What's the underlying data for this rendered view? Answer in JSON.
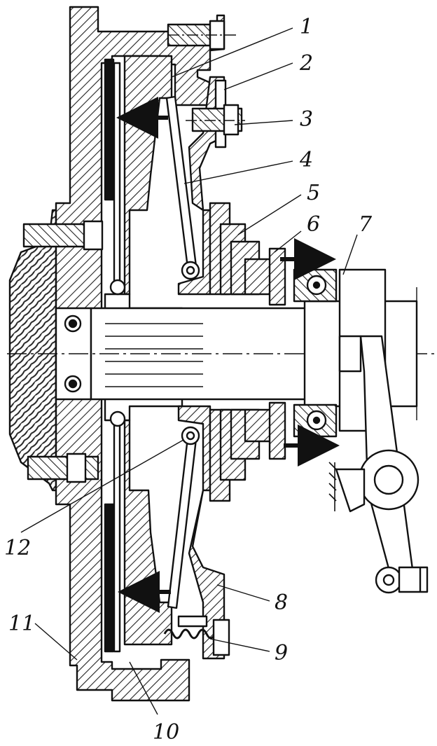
{
  "figure": {
    "colors": {
      "ink": "#111111",
      "paper": "#ffffff",
      "hatch": "#222222"
    },
    "callouts": [
      {
        "id": "c1",
        "text": "1"
      },
      {
        "id": "c2",
        "text": "2"
      },
      {
        "id": "c3",
        "text": "3"
      },
      {
        "id": "c4",
        "text": "4"
      },
      {
        "id": "c5",
        "text": "5"
      },
      {
        "id": "c6",
        "text": "6"
      },
      {
        "id": "c7",
        "text": "7"
      },
      {
        "id": "c8",
        "text": "8"
      },
      {
        "id": "c9",
        "text": "9"
      },
      {
        "id": "c10",
        "text": "10"
      },
      {
        "id": "c11",
        "text": "11"
      },
      {
        "id": "c12",
        "text": "12"
      }
    ]
  }
}
